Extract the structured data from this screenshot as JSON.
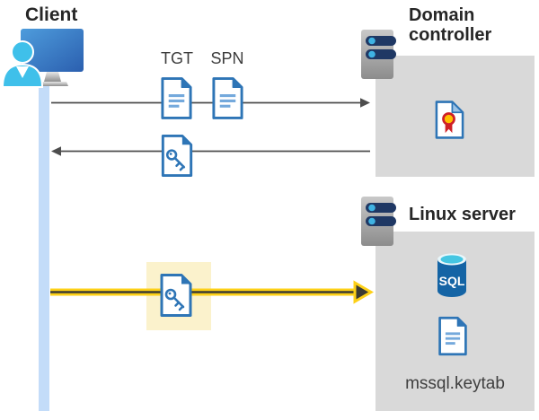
{
  "client": {
    "label": "Client"
  },
  "flows": {
    "tgt_label": "TGT",
    "spn_label": "SPN"
  },
  "domain_controller": {
    "label": "Domain controller"
  },
  "linux_server": {
    "label": "Linux server",
    "sql_label": "SQL",
    "keytab_label": "mssql.keytab"
  },
  "icons": [
    "client-icon",
    "server-icon",
    "document-icon",
    "key-document-icon",
    "certificate-icon",
    "sql-database-icon"
  ],
  "colors": {
    "doc_border_blue": "#2E75B6",
    "doc_line_blue": "#74A9DC",
    "fold_light_blue": "#9DC3E6",
    "box_gray": "#D9D9D9",
    "lifeline_blue": "#C3DCF9",
    "arrow_gray": "#4D4D4D",
    "arrow_yellow": "#FDD017",
    "arrow_dark_core": "#3B3B33",
    "highlight_yellow": "#FBF2CC",
    "server_bar_navy": "#1F3864",
    "server_dot_cyan": "#3FB3E3",
    "sql_blue": "#1464A5",
    "sql_top_cyan": "#45C6E2",
    "cert_gold": "#FFC000",
    "cert_red": "#CF2026",
    "person_cyan": "#3FC0EA",
    "monitor_blue_light": "#4E9CDC",
    "monitor_blue_dark": "#2B5FAF",
    "text_dark": "#262626"
  }
}
